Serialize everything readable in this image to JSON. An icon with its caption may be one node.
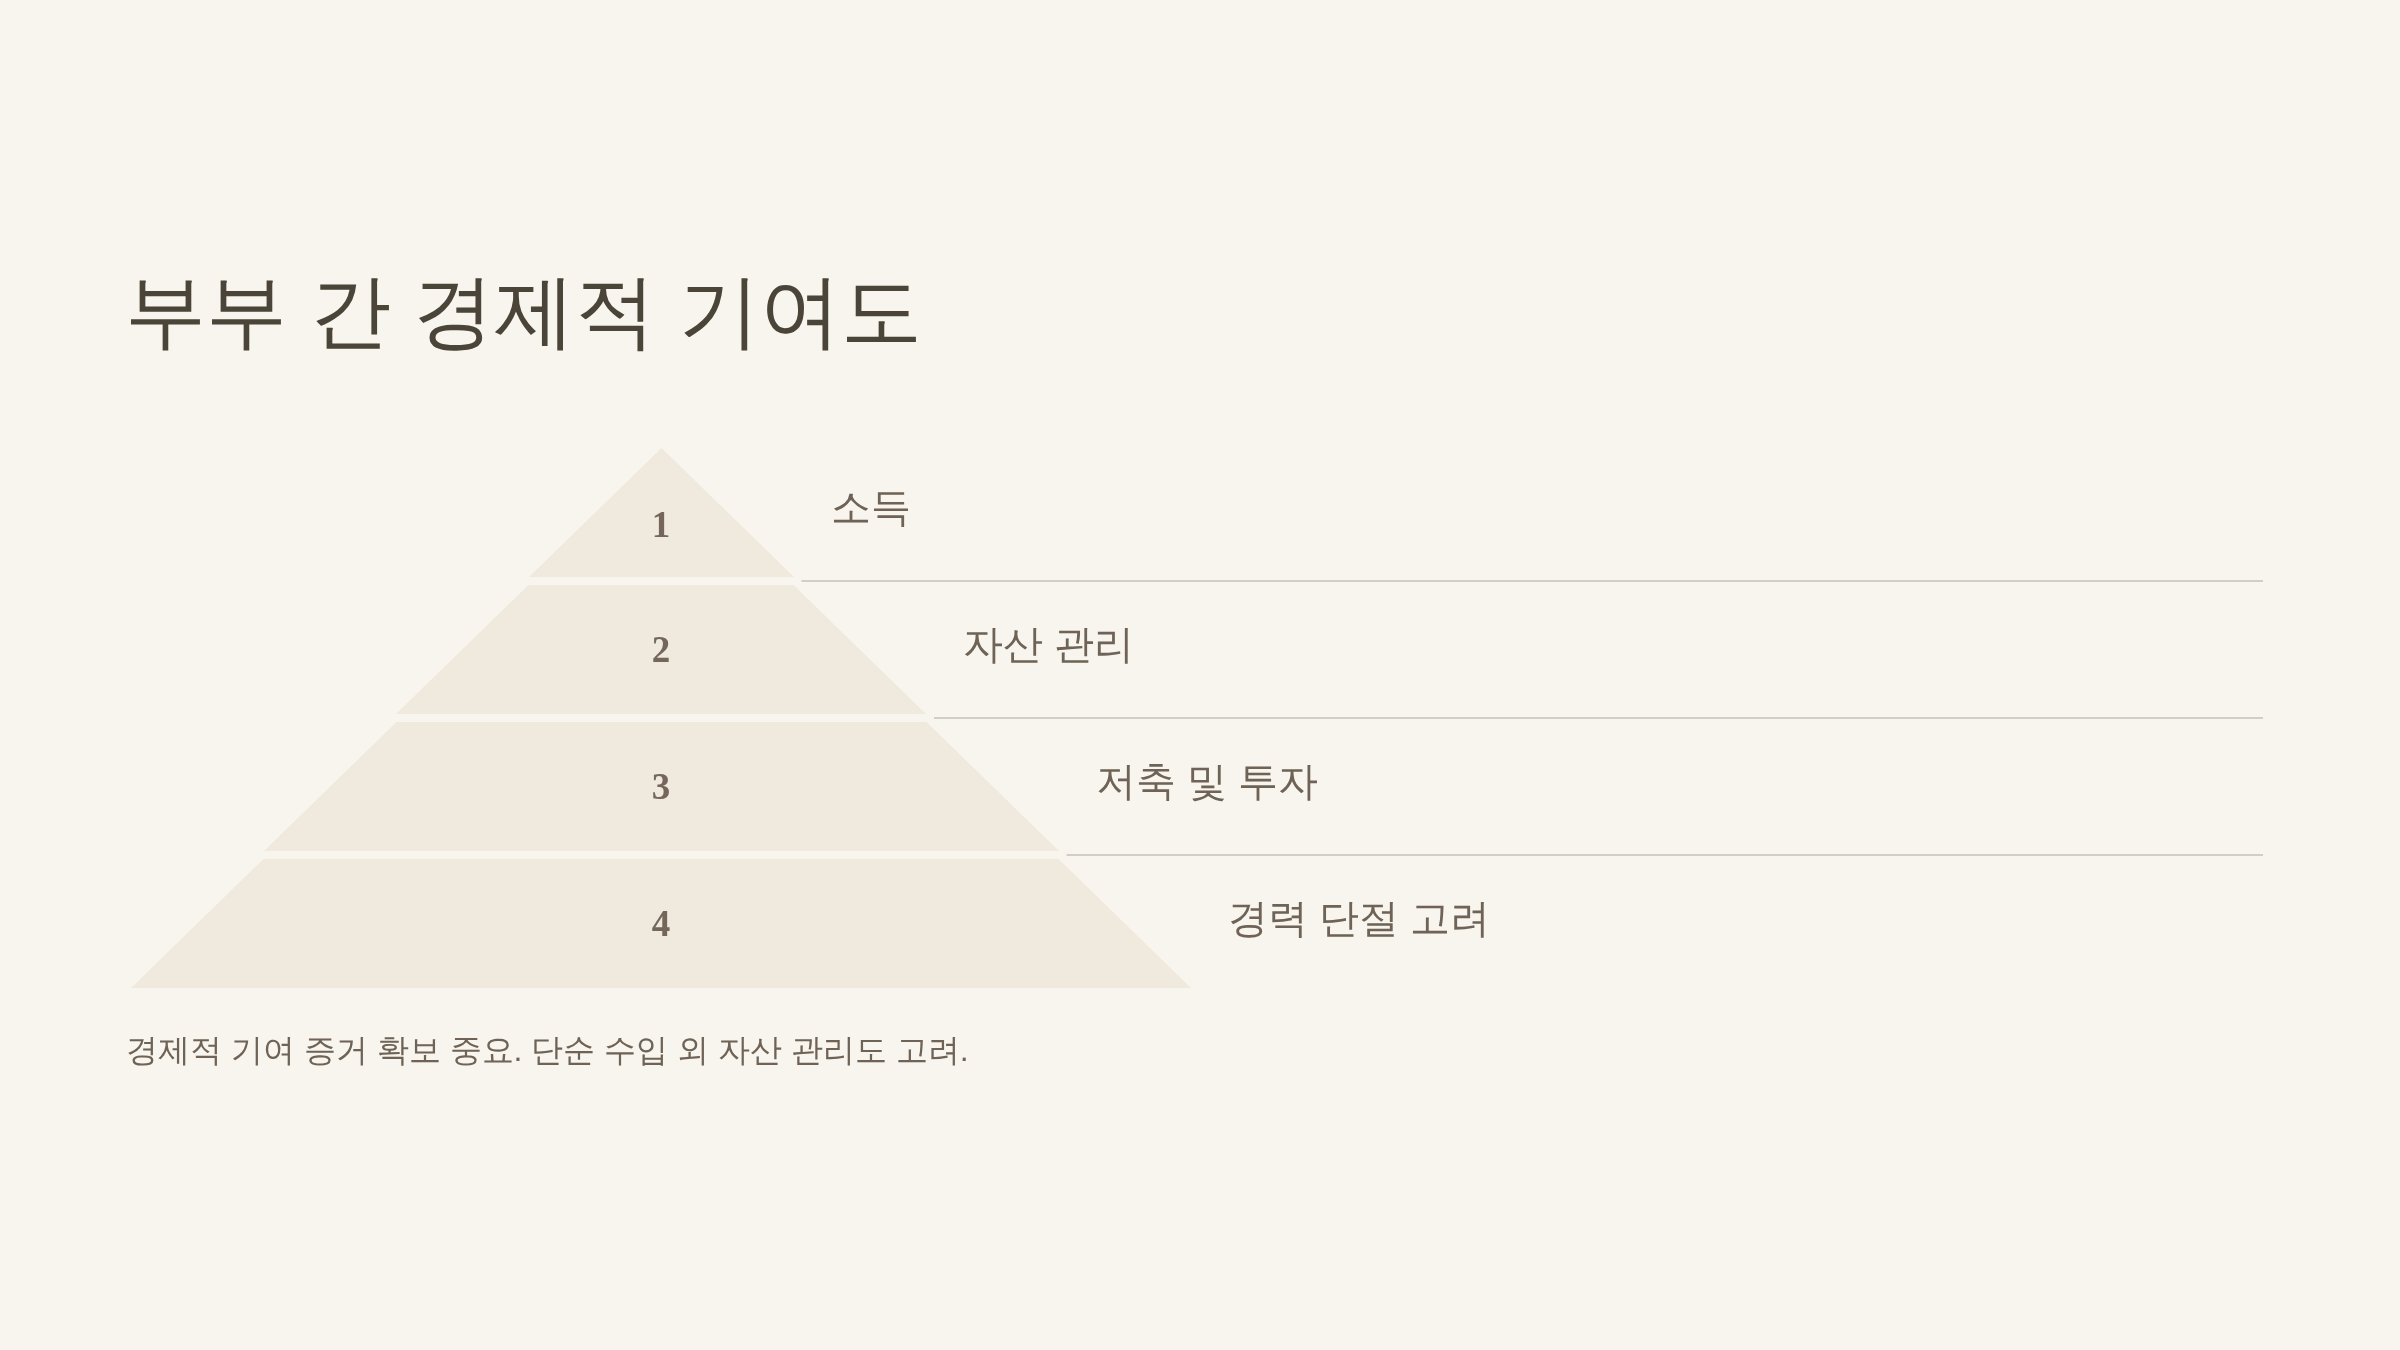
{
  "diagram": {
    "title": "부부 간 경제적 기여도",
    "caption": "경제적 기여 증거 확보 중요. 단순 수입 외 자산 관리도 고려.",
    "nodes": [
      {
        "text": [
          "1"
        ],
        "beside": [
          "소득"
        ]
      },
      {
        "text": [
          "2"
        ],
        "beside": [
          "자산 관리"
        ]
      },
      {
        "text": [
          "3"
        ],
        "beside": [
          "저축 및 투자"
        ]
      },
      {
        "text": [
          "4"
        ],
        "beside": [
          "경력 단절 고려"
        ]
      }
    ]
  }
}
